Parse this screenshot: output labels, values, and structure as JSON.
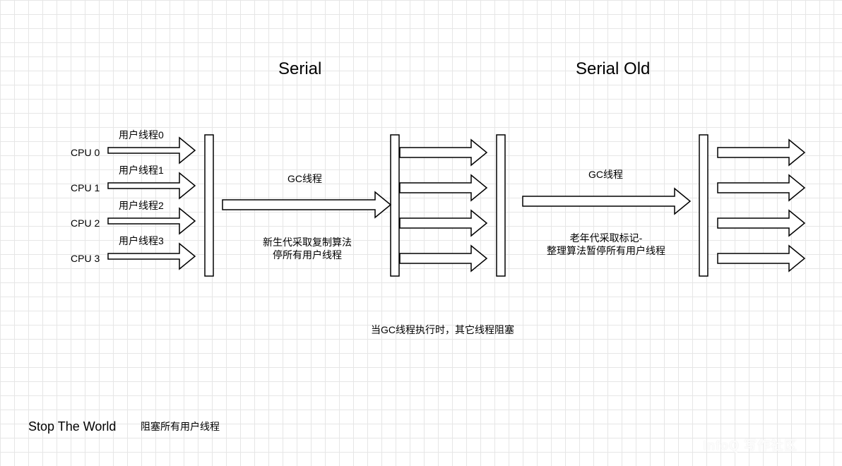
{
  "titles": {
    "serial": "Serial",
    "serial_old": "Serial Old"
  },
  "cpus": [
    {
      "name": "CPU 0",
      "thread": "用户线程0"
    },
    {
      "name": "CPU 1",
      "thread": "用户线程1"
    },
    {
      "name": "CPU 2",
      "thread": "用户线程2"
    },
    {
      "name": "CPU 3",
      "thread": "用户线程3"
    }
  ],
  "serial": {
    "gc_label": "GC线程",
    "note_line1": "新生代采取复制算法",
    "note_line2": "停所有用户线程"
  },
  "serial_old": {
    "gc_label": "GC线程",
    "note_line1": "老年代采取标记-",
    "note_line2": "整理算法暂停所有用户线程"
  },
  "center_note": "当GC线程执行时，其它线程阻塞",
  "footer": {
    "stw": "Stop The World",
    "stw_desc": "阻塞所有用户线程"
  },
  "watermark": "InfoQ 写作社区",
  "colors": {
    "stroke": "#000000",
    "fill": "#ffffff",
    "grid": "#e6e6e6"
  }
}
